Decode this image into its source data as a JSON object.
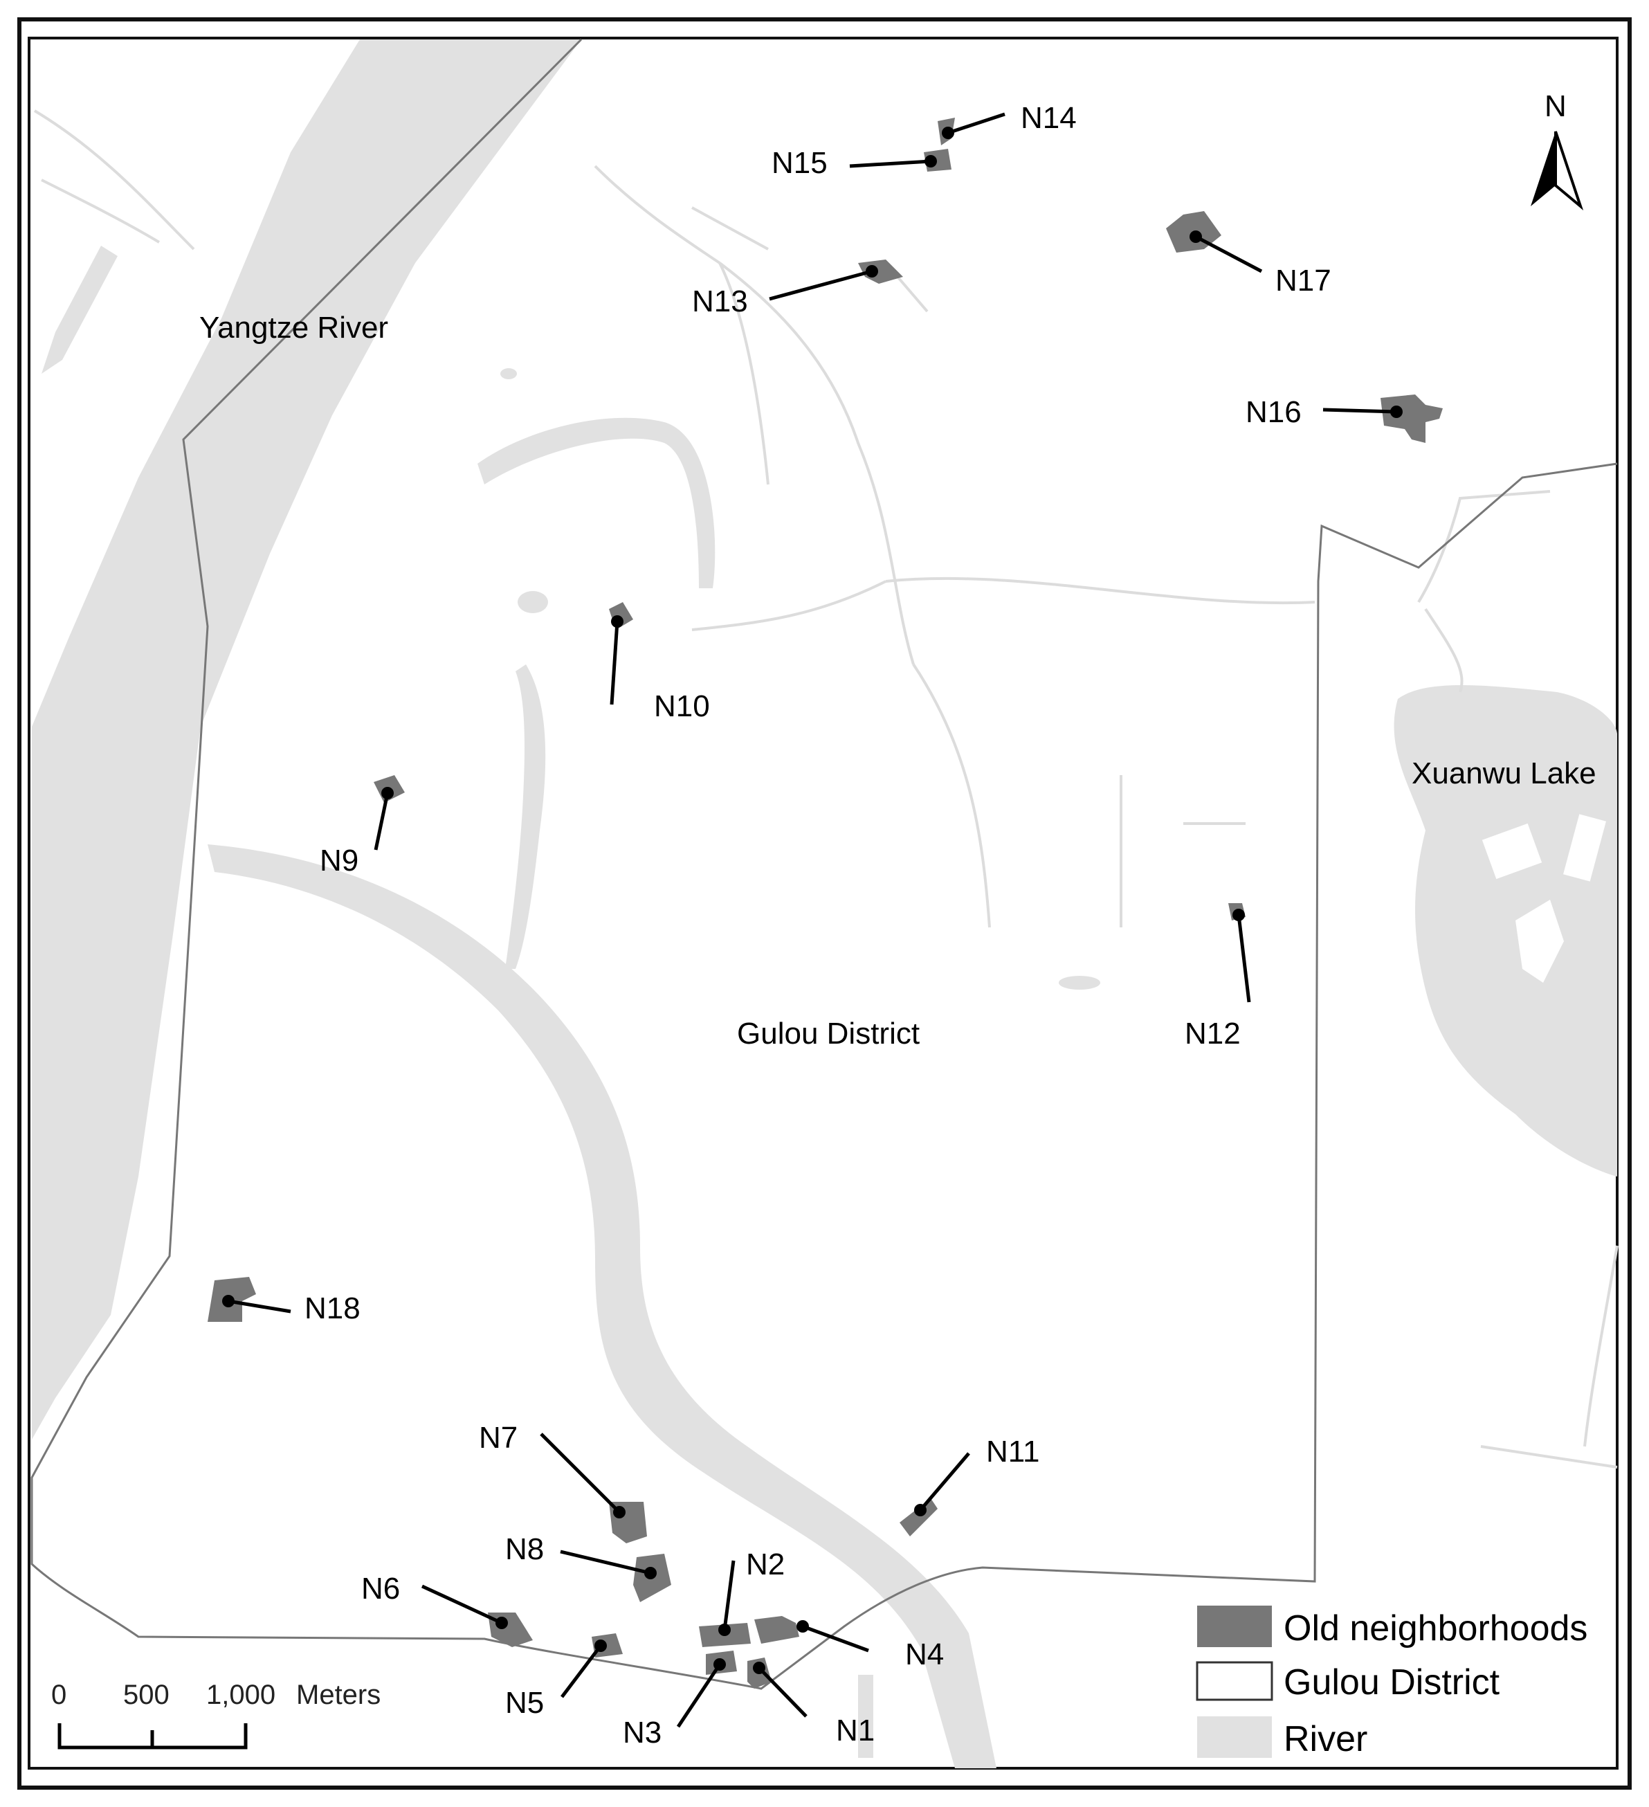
{
  "map": {
    "place_labels": {
      "yangtze": "Yangtze River",
      "gulou": "Gulou District",
      "xuanwu": "Xuanwu Lake"
    },
    "neighborhoods": [
      {
        "id": "N1",
        "label": "N1"
      },
      {
        "id": "N2",
        "label": "N2"
      },
      {
        "id": "N3",
        "label": "N3"
      },
      {
        "id": "N4",
        "label": "N4"
      },
      {
        "id": "N5",
        "label": "N5"
      },
      {
        "id": "N6",
        "label": "N6"
      },
      {
        "id": "N7",
        "label": "N7"
      },
      {
        "id": "N8",
        "label": "N8"
      },
      {
        "id": "N9",
        "label": "N9"
      },
      {
        "id": "N10",
        "label": "N10"
      },
      {
        "id": "N11",
        "label": "N11"
      },
      {
        "id": "N12",
        "label": "N12"
      },
      {
        "id": "N13",
        "label": "N13"
      },
      {
        "id": "N14",
        "label": "N14"
      },
      {
        "id": "N15",
        "label": "N15"
      },
      {
        "id": "N16",
        "label": "N16"
      },
      {
        "id": "N17",
        "label": "N17"
      },
      {
        "id": "N18",
        "label": "N18"
      }
    ],
    "legend": {
      "old_neighborhoods": "Old neighborhoods",
      "gulou_district": "Gulou District",
      "river": "River"
    },
    "scale_bar": {
      "tick_0": "0",
      "tick_1": "500",
      "tick_2": "1,000",
      "unit": "Meters"
    },
    "north_arrow": {
      "label": "N",
      "icon": "north-arrow-icon"
    },
    "colors": {
      "neighborhood_fill": "#777777",
      "river_fill": "#e1e1e1",
      "boundary_stroke": "#777777",
      "frame_stroke": "#111111"
    }
  }
}
